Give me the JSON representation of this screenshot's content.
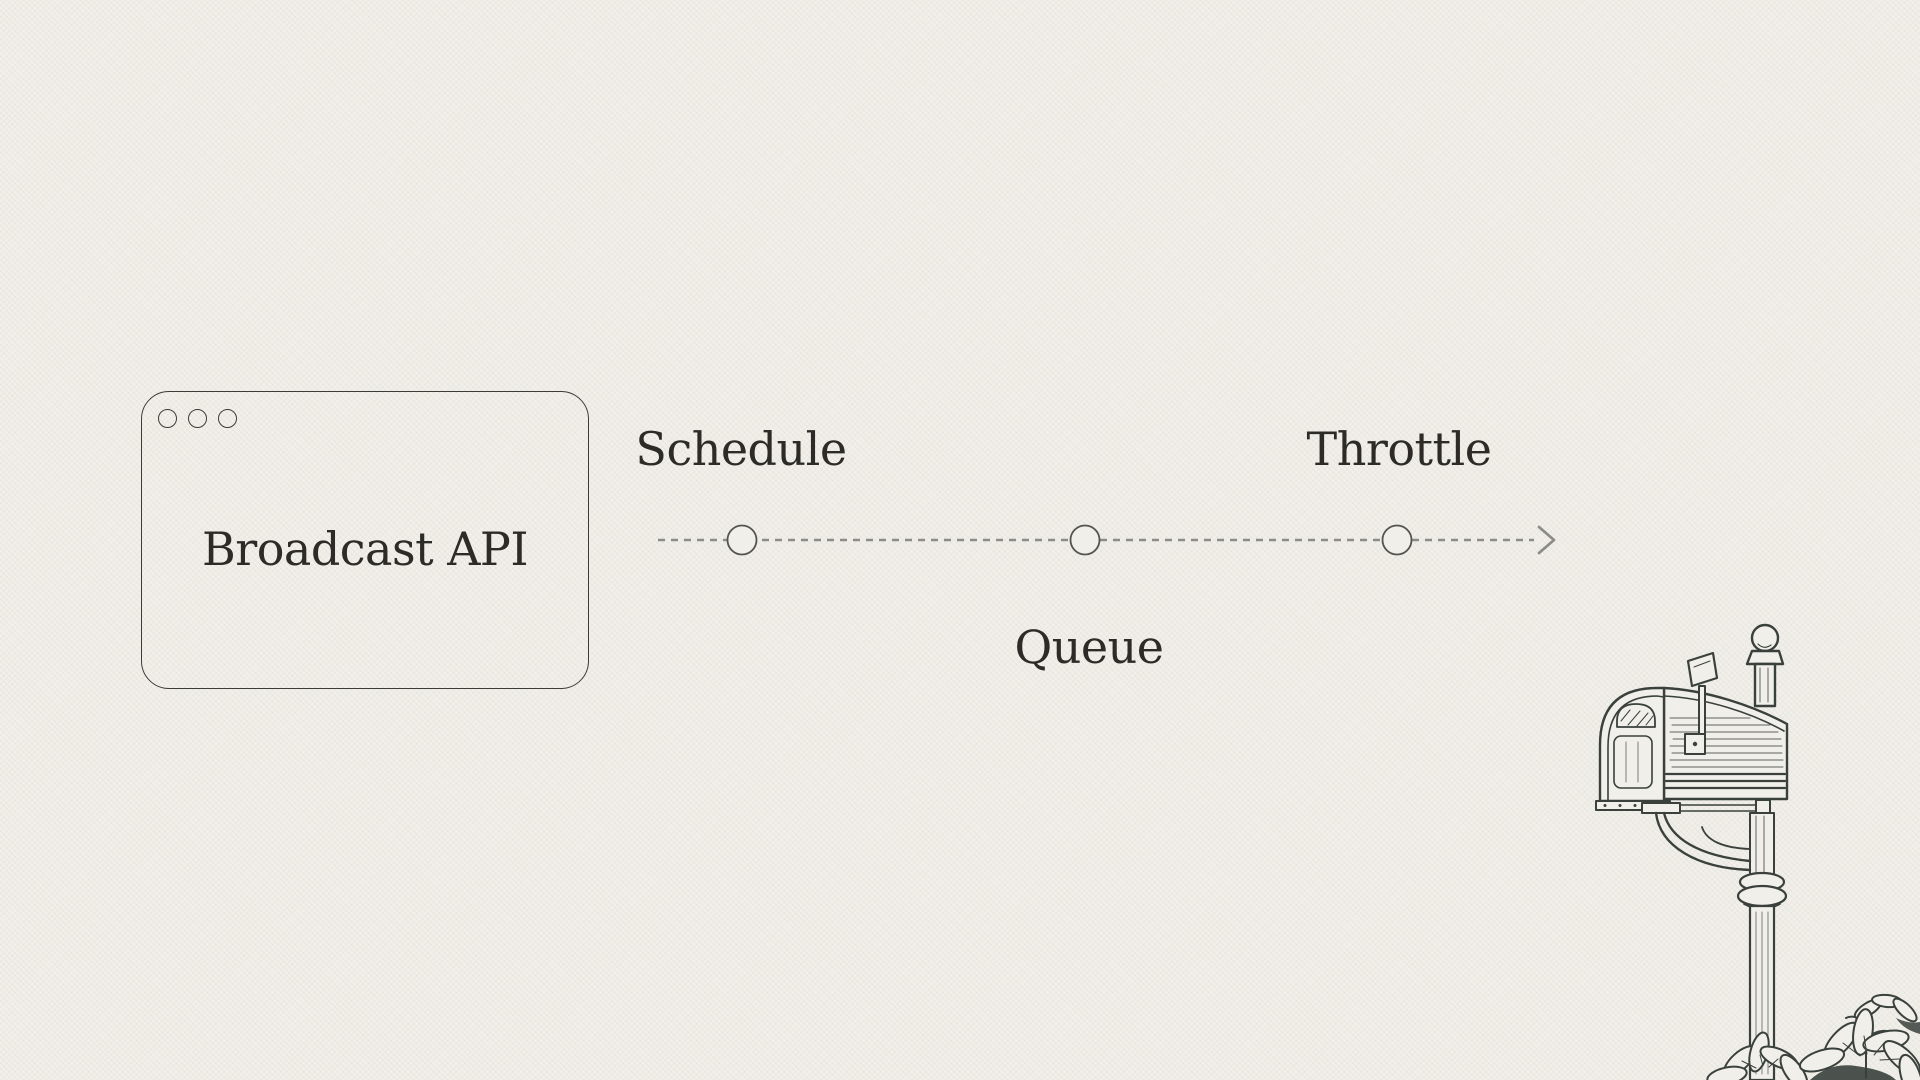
{
  "page": {
    "type": "diagram-slide",
    "background_color": "#f1efe9",
    "ink_color": "#2c2b27",
    "connector_color": "#8d8d87"
  },
  "source_box": {
    "label": "Broadcast API",
    "window_dots_count": 3
  },
  "pipeline": {
    "direction": "left-to-right",
    "connector_style": "dashed",
    "arrowhead": "right-chevron",
    "steps": [
      {
        "label": "Schedule",
        "label_position": "above"
      },
      {
        "label": "Queue",
        "label_position": "below"
      },
      {
        "label": "Throttle",
        "label_position": "above"
      }
    ]
  },
  "illustration": {
    "name": "vintage-mailbox-engraving",
    "position": "bottom-right"
  }
}
